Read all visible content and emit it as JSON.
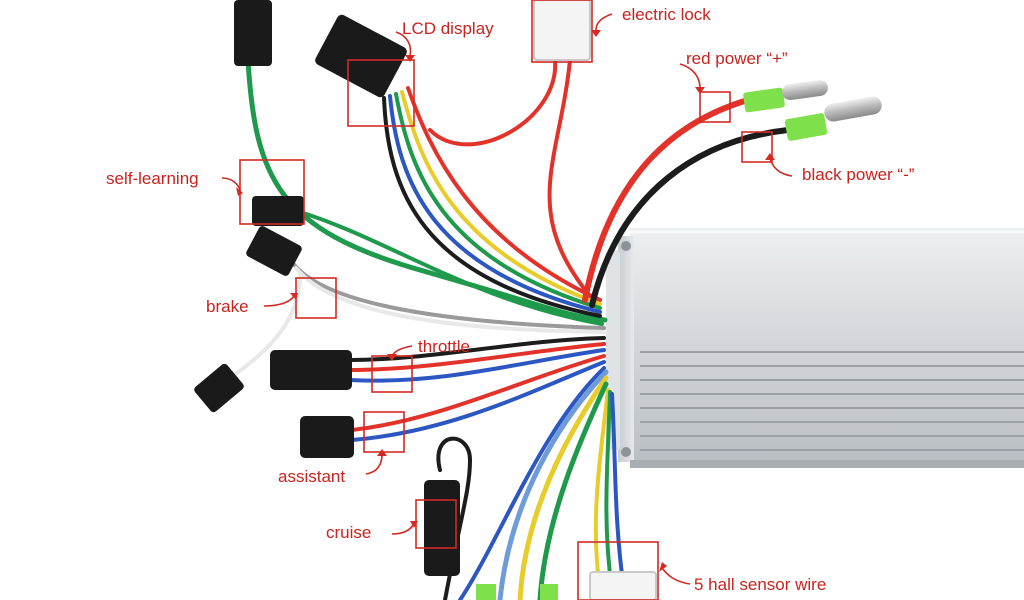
{
  "labels": {
    "lcd_display": "LCD display",
    "electric_lock": "electric lock",
    "red_power": "red power “+”",
    "black_power": "black power “-”",
    "self_learning": "self-learning",
    "brake": "brake",
    "throttle": "throttle",
    "assistant": "assistant",
    "cruise": "cruise",
    "hall_sensor": "5 hall sensor wire"
  },
  "colors": {
    "label_text": "#c8231e",
    "annotation": "#d42a24",
    "wire_red": "#e2322a",
    "wire_black": "#1c1c1c",
    "wire_green": "#1f9a4c",
    "wire_blue": "#2c57c2",
    "wire_yellow": "#e8cc2c",
    "wire_lightblue": "#6f9bd8",
    "wire_white": "#e8e8e8",
    "wire_gray": "#9a9a9a",
    "connector": "#1a1a1a",
    "lime_terminal": "#7ee04a",
    "housing": "#d2d6da",
    "housing_shadow": "#a9aeb3"
  },
  "icons": {
    "arrow": "curved-arrow-icon",
    "connector": "plug-connector-icon"
  }
}
